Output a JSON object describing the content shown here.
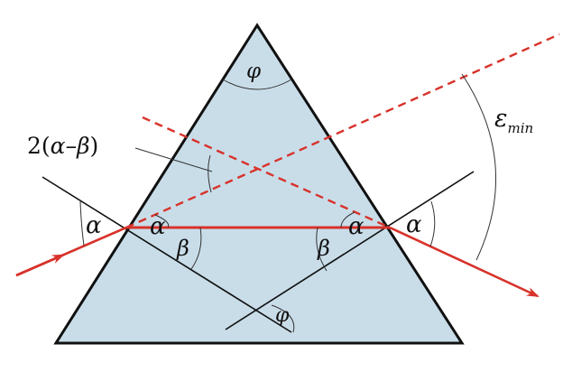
{
  "labels": {
    "phi_top": "φ",
    "phi_bottom": "φ",
    "eps": "ε",
    "eps_sub": "min",
    "deviation_lead": "2(",
    "deviation_alpha": "α",
    "deviation_minus": "–",
    "deviation_beta": "β",
    "deviation_close": ")",
    "alpha_left_outer": "α",
    "alpha_left_inner": "α",
    "beta_left": "β",
    "beta_right": "β",
    "alpha_right_inner": "α",
    "alpha_right_outer": "α"
  },
  "colors": {
    "prism_fill": "#c9dde9",
    "prism_stroke": "#111111",
    "ray": "#d8322a",
    "normal": "#111111",
    "arc": "#333333"
  }
}
